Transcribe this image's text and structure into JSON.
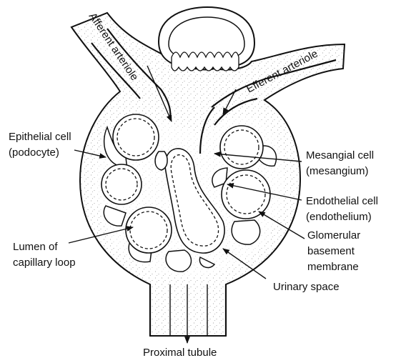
{
  "diagram": {
    "labels": {
      "afferent_arteriole": "Afferent arteriole",
      "efferent_arteriole": "Efferent arteriole",
      "epithelial_cell_line1": "Epithelial cell",
      "epithelial_cell_line2": "(podocyte)",
      "mesangial_cell_line1": "Mesangial cell",
      "mesangial_cell_line2": "(mesangium)",
      "endothelial_cell_line1": "Endothelial cell",
      "endothelial_cell_line2": "(endothelium)",
      "gbm_line1": "Glomerular",
      "gbm_line2": "basement",
      "gbm_line3": "membrane",
      "lumen_line1": "Lumen of",
      "lumen_line2": "capillary loop",
      "urinary_space": "Urinary space",
      "proximal_tubule": "Proximal tubule"
    },
    "colors": {
      "ink": "#111111",
      "background": "#ffffff",
      "stipple": "#8a8a8a"
    },
    "icons": [
      "arrow-icon"
    ]
  }
}
